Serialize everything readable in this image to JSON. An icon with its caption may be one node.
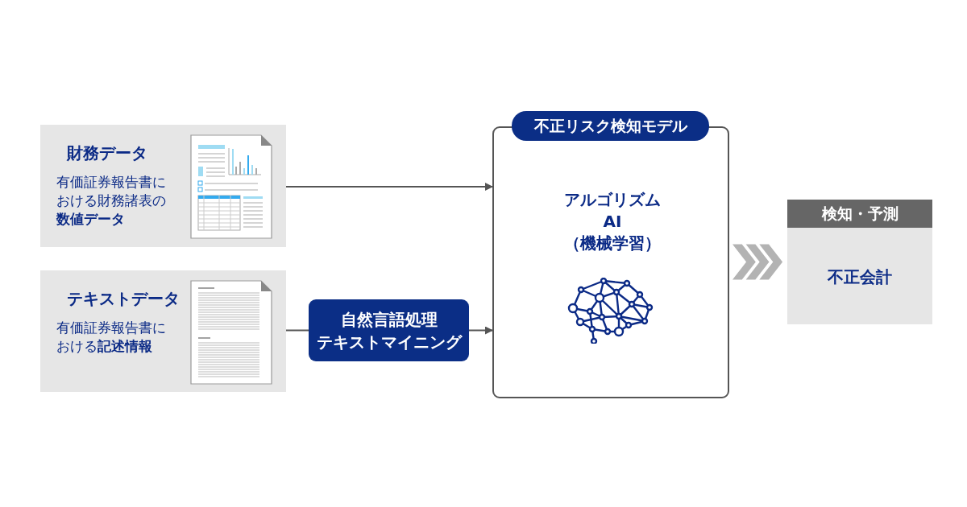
{
  "diagram": {
    "nodes": [
      {
        "text": [
          "財務データ",
          "有価証券報告書における財務諸表の**数値データ**"
        ]
      },
      {
        "text": [
          "テキストデータ",
          "有価証券報告書における**記述情報**"
        ]
      },
      {
        "text": [
          "自然言語処理テキストマイニング"
        ]
      },
      {
        "text": [
          "不正リスク検知モデル",
          "アルゴリズムAI（機械学習）"
        ]
      },
      {
        "text": [
          "検知・予測",
          "不正会計"
        ]
      }
    ],
    "edges": [
      {
        "from": 0,
        "to": 3,
        "arrow": "to"
      },
      {
        "from": 1,
        "to": 2,
        "arrow": "none"
      },
      {
        "from": 2,
        "to": 3,
        "arrow": "to"
      },
      {
        "from": 3,
        "to": 4,
        "arrow": "to",
        "style": "thick",
        "color": "#b3b3b3"
      }
    ]
  }
}
